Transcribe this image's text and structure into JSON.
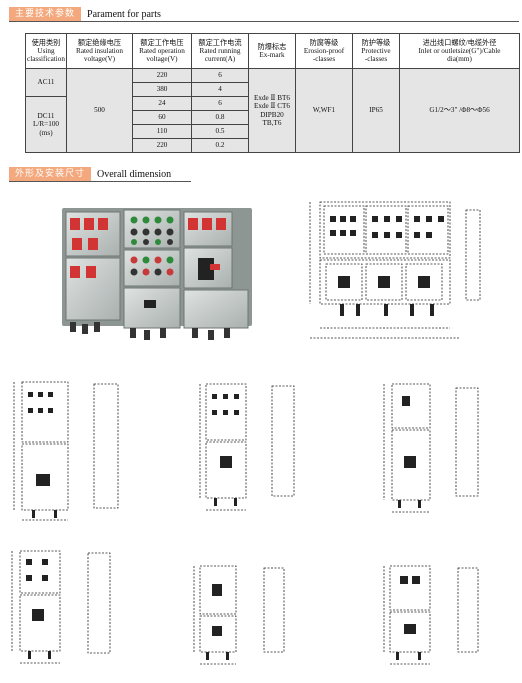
{
  "section1": {
    "tag": "主要技术参数",
    "title": "Parament for parts"
  },
  "table": {
    "headers": [
      "使用类别\nUsing\nclassification",
      "额定绝缘电压\nRated insulation\nvoltage(V)",
      "额定工作电压\nRated operation\nvoltage(V)",
      "额定工作电流\nRated running\ncurrent(A)",
      "防爆标志\nEx-mark",
      "防腐等级\nErosion-proof\n-classes",
      "防护等级\nProtective\n-classes",
      "进出线口螺纹/电缆外径\nInlet or outletsize(G\")/Cable\ndia(mm)"
    ],
    "class_ac": "AC11",
    "class_dc": "DC11\nL/R=100\n(ms)",
    "insulation": "500",
    "operation_voltages": [
      "220",
      "380",
      "24",
      "60",
      "110",
      "220"
    ],
    "running_currents": [
      "6",
      "4",
      "6",
      "0.8",
      "0.5",
      "0.2"
    ],
    "ex_mark": "Exde Ⅱ BT6\nExde Ⅱ CT6\nDIPB20\nTB,T6",
    "erosion": "W,WF1",
    "protective": "IP65",
    "inlet": "G1/2～3\" /Φ8～Φ56"
  },
  "section2": {
    "tag": "外形及安装尺寸",
    "title": "Overall dimension"
  }
}
